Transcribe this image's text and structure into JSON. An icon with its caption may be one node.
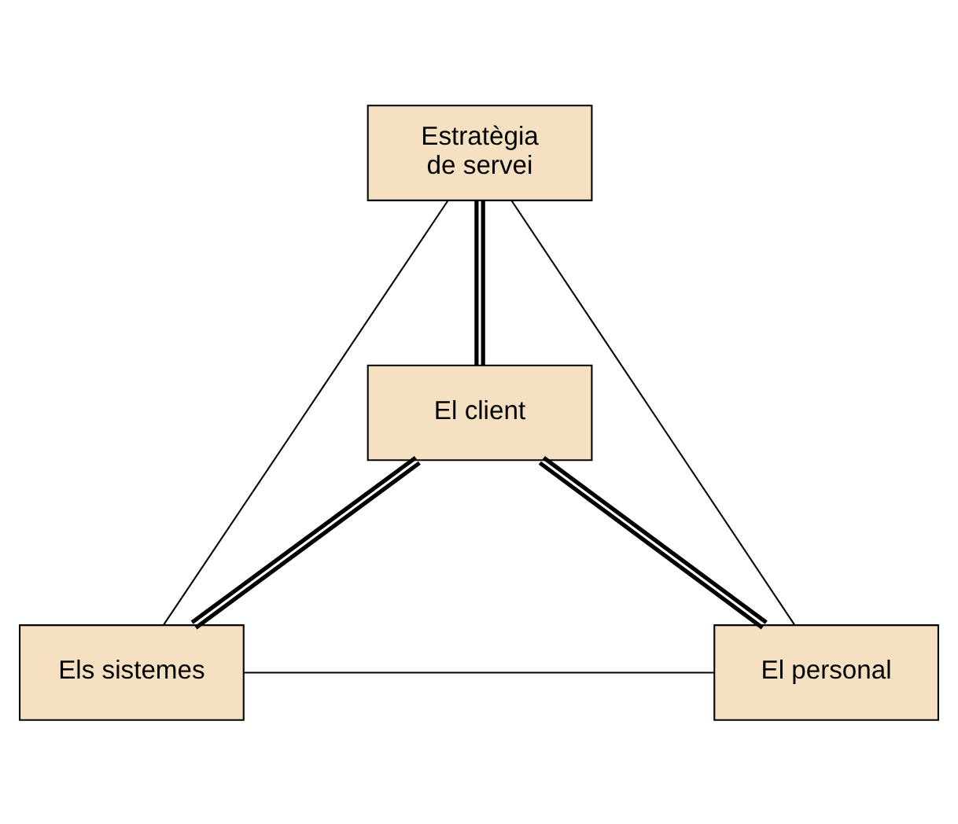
{
  "diagram": {
    "nodes": [
      {
        "text": [
          "Estratègia de servei"
        ]
      },
      {
        "text": [
          "El client"
        ]
      },
      {
        "text": [
          "Els sistemes"
        ]
      },
      {
        "text": [
          "El personal"
        ]
      }
    ],
    "edges": [
      {
        "from": 0,
        "to": 1,
        "arrow": "none",
        "style": "thick"
      },
      {
        "from": 1,
        "to": 2,
        "arrow": "none",
        "style": "thick"
      },
      {
        "from": 1,
        "to": 3,
        "arrow": "none",
        "style": "thick"
      },
      {
        "from": 0,
        "to": 2,
        "arrow": "none"
      },
      {
        "from": 0,
        "to": 3,
        "arrow": "none"
      },
      {
        "from": 2,
        "to": 3,
        "arrow": "none"
      }
    ]
  }
}
